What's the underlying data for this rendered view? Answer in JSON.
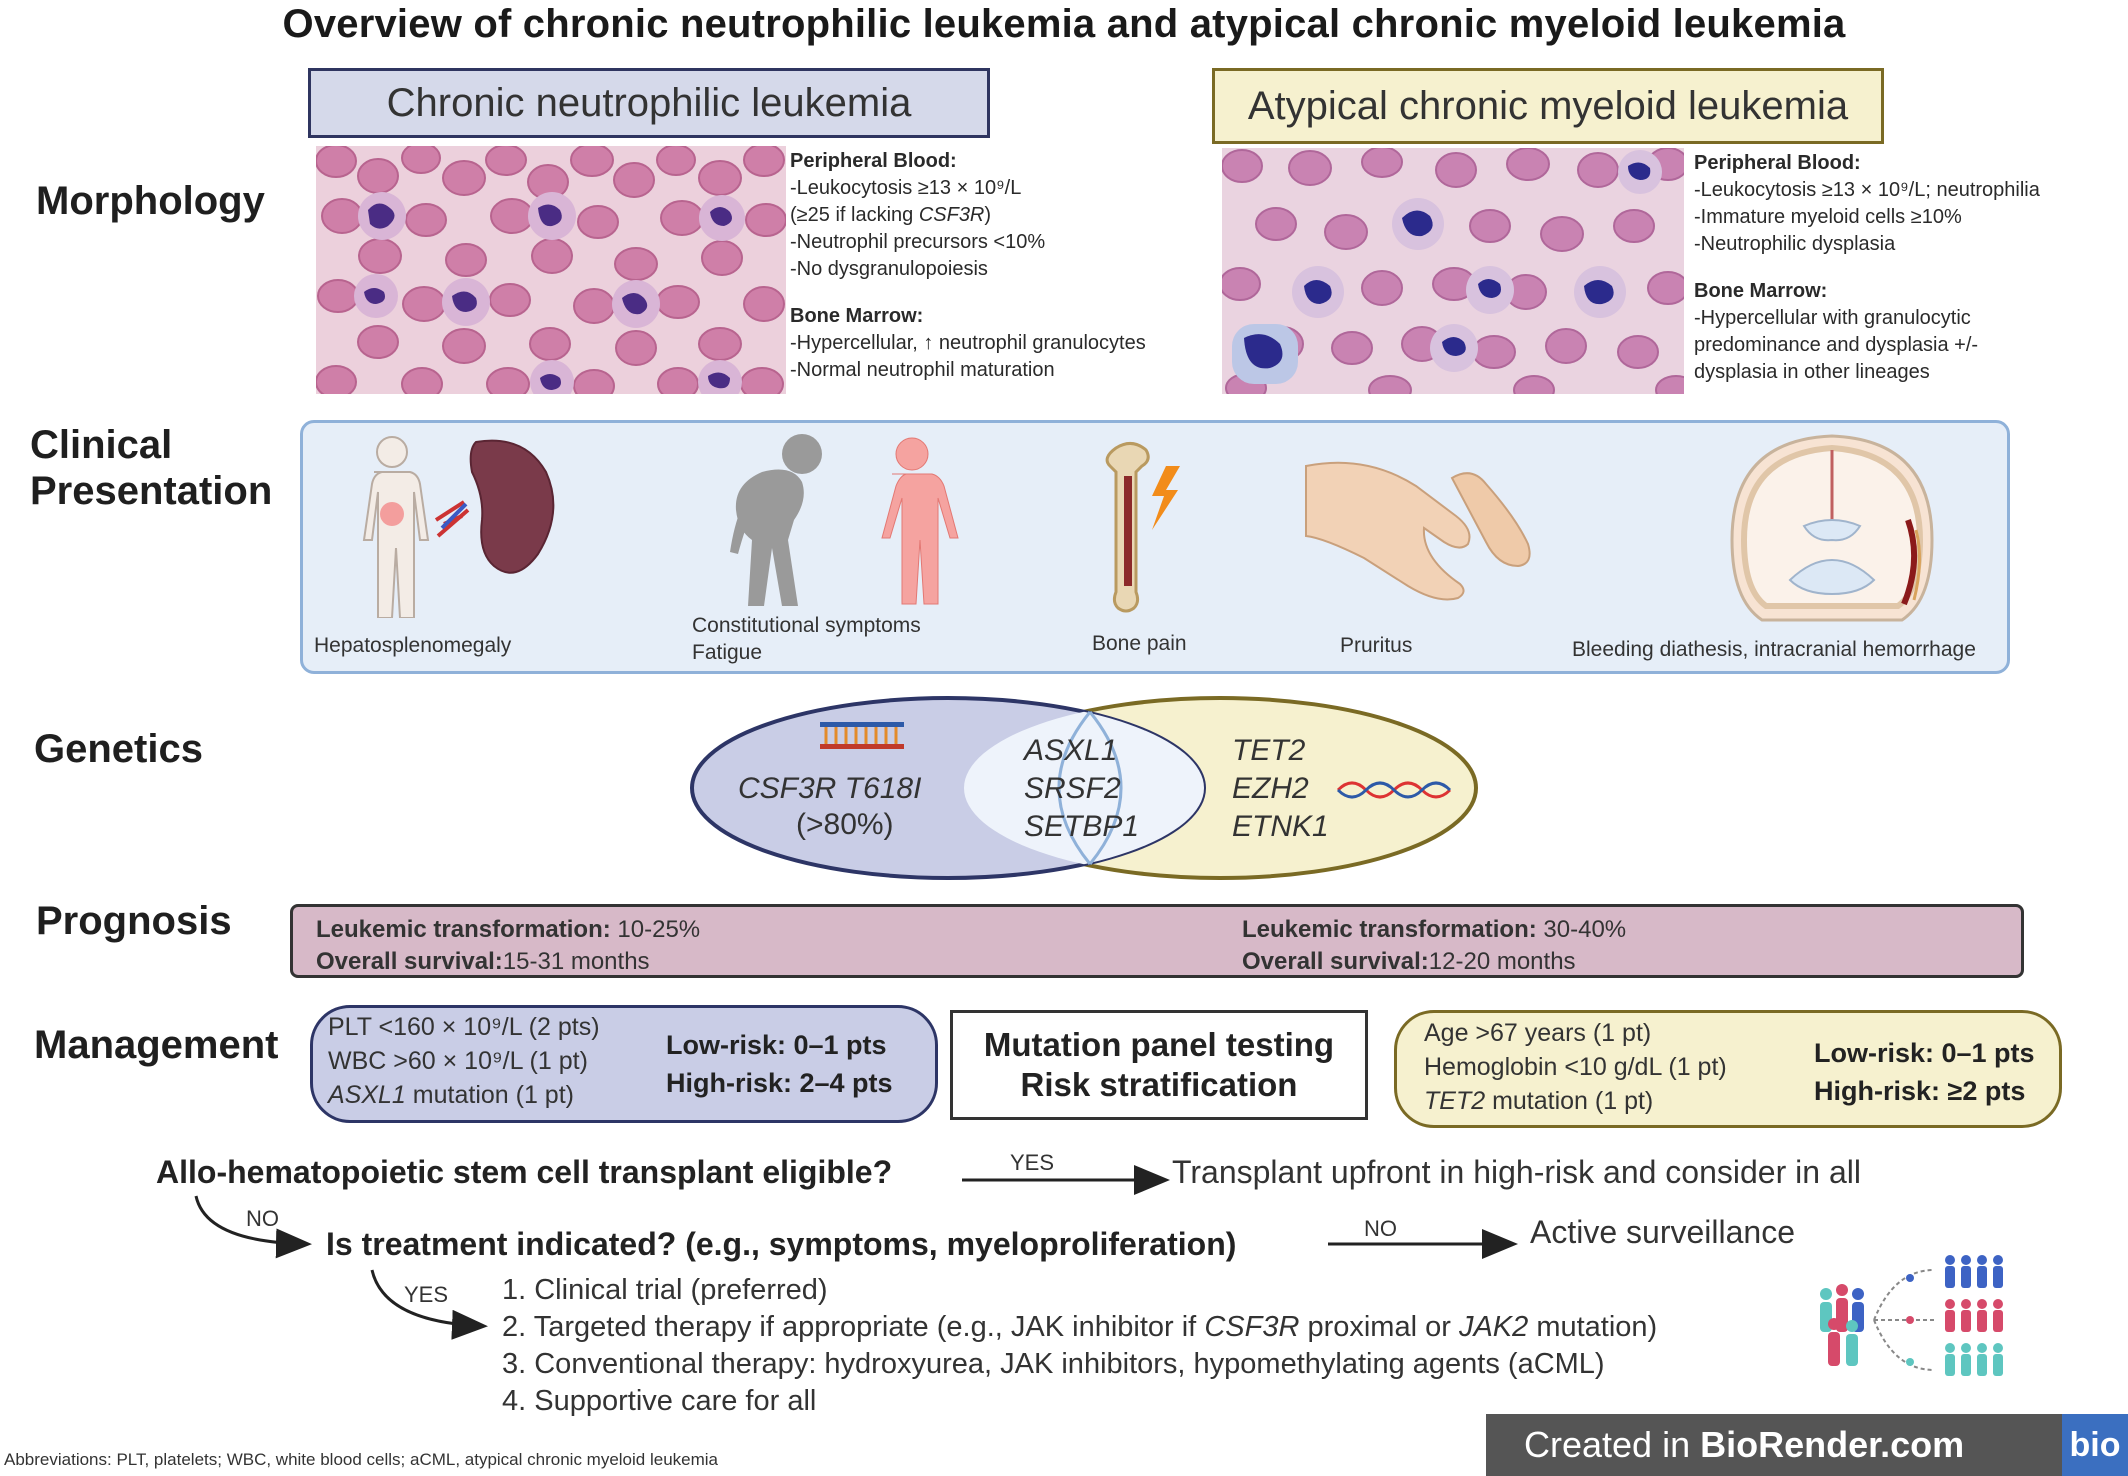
{
  "title": "Overview of chronic neutrophilic leukemia and atypical chronic myeloid leukemia",
  "headers": {
    "cnl": "Chronic neutrophilic leukemia",
    "acml": "Atypical chronic myeloid leukemia"
  },
  "rows": {
    "morphology": "Morphology",
    "clinical_1": "Clinical",
    "clinical_2": "Presentation",
    "genetics": "Genetics",
    "prognosis": "Prognosis",
    "management": "Management"
  },
  "morph_cnl": {
    "pb_head": "Peripheral Blood:",
    "pb_1": "-Leukocytosis ≥13 × 10⁹/L",
    "pb_2_pre": "(≥25 if lacking ",
    "pb_2_gene": "CSF3R",
    "pb_2_post": ")",
    "pb_3": "-Neutrophil precursors <10%",
    "pb_4": "-No dysgranulopoiesis",
    "bm_head": "Bone Marrow:",
    "bm_1": "-Hypercellular, ↑ neutrophil granulocytes",
    "bm_2": "-Normal neutrophil maturation"
  },
  "morph_acml": {
    "pb_head": "Peripheral Blood:",
    "pb_1": "-Leukocytosis ≥13 × 10⁹/L; neutrophilia",
    "pb_2": "-Immature myeloid cells ≥10%",
    "pb_3": "-Neutrophilic dysplasia",
    "bm_head": "Bone Marrow:",
    "bm_1": "-Hypercellular with granulocytic",
    "bm_2": "predominance and dysplasia +/-",
    "bm_3": "dysplasia in other lineages"
  },
  "clinical": {
    "hepato": "Hepatosplenomegaly",
    "const_1": "Constitutional symptoms",
    "const_2": "Fatigue",
    "bone": "Bone pain",
    "pruritus": "Pruritus",
    "bleeding": "Bleeding diathesis, intracranial hemorrhage"
  },
  "genetics": {
    "cnl_gene": "CSF3R T618I",
    "cnl_pct": "(>80%)",
    "shared": [
      "ASXL1",
      "SRSF2",
      "SETBP1"
    ],
    "acml_genes": [
      "TET2",
      "EZH2",
      "ETNK1"
    ]
  },
  "prognosis": {
    "cnl_lt_label": "Leukemic transformation:",
    "cnl_lt_val": " 10-25%",
    "cnl_os_label": "Overall survival:",
    "cnl_os_val": "15-31 months",
    "acml_lt_label": "Leukemic transformation:",
    "acml_lt_val": " 30-40%",
    "acml_os_label": "Overall survival:",
    "acml_os_val": "12-20 months"
  },
  "management": {
    "cnl_1": "PLT <160 × 10⁹/L (2 pts)",
    "cnl_2": "WBC >60 × 10⁹/L (1 pt)",
    "cnl_3_gene": "ASXL1",
    "cnl_3_rest": " mutation (1 pt)",
    "cnl_low": "Low-risk: 0–1 pts",
    "cnl_high": "High-risk: 2–4 pts",
    "center_1": "Mutation panel testing",
    "center_2": "Risk stratification",
    "acml_1": "Age >67 years (1 pt)",
    "acml_2": "Hemoglobin <10 g/dL (1 pt)",
    "acml_3_gene": "TET2",
    "acml_3_rest": " mutation (1 pt)",
    "acml_low": "Low-risk: 0–1 pts",
    "acml_high": "High-risk: ≥2 pts"
  },
  "flow": {
    "q1": "Allo-hematopoietic stem cell transplant eligible?",
    "yes1": "YES",
    "a1": "Transplant upfront in high-risk and consider in all",
    "no1": "NO",
    "q2": "Is treatment indicated? (e.g., symptoms, myeloproliferation)",
    "no2": "NO",
    "a2": "Active surveillance",
    "yes2": "YES",
    "step1": "1.  Clinical trial (preferred)",
    "step2_a": "2.  Targeted therapy if appropriate (e.g., JAK inhibitor if ",
    "step2_g1": "CSF3R",
    "step2_b": " proximal or ",
    "step2_g2": "JAK2",
    "step2_c": " mutation)",
    "step3": "3.  Conventional therapy: hydroxyurea, JAK inhibitors, hypomethylating agents (aCML)",
    "step4": "4.  Supportive care for all"
  },
  "abbreviations": "Abbreviations: PLT, platelets; WBC, white blood cells; aCML, atypical chronic myeloid leukemia",
  "badge": {
    "text_pre": "Created in ",
    "text_bold": "BioRender.com",
    "logo": "bio"
  },
  "colors": {
    "cnl_fill": "#c9cde6",
    "cnl_border": "#2d3566",
    "acml_fill": "#f6f1cf",
    "acml_border": "#7a6a24",
    "panel_fill": "#e6eef8",
    "prognosis_fill": "#d7b9c8"
  }
}
